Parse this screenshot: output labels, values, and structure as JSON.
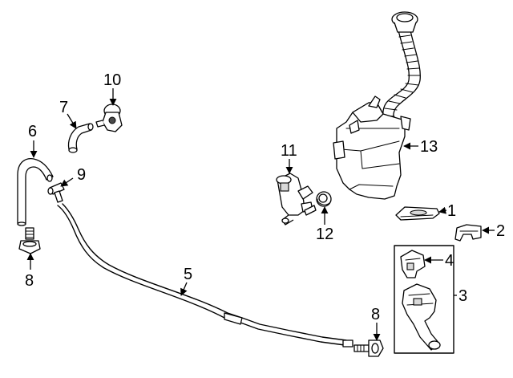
{
  "callouts": {
    "c1": "1",
    "c2": "2",
    "c3": "3",
    "c4": "4",
    "c5": "5",
    "c6": "6",
    "c7": "7",
    "c8a": "8",
    "c8b": "8",
    "c9": "9",
    "c10": "10",
    "c11": "11",
    "c12": "12",
    "c13": "13"
  }
}
